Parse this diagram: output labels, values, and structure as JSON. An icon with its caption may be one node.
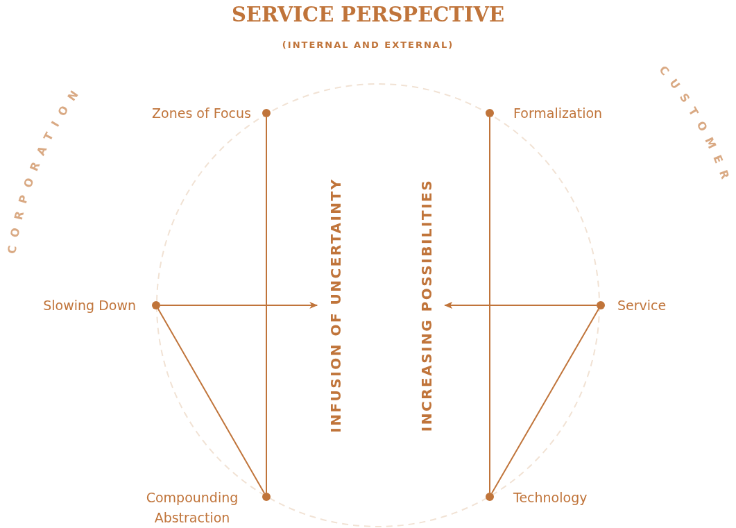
{
  "diagram": {
    "title": "SERVICE PERSPECTIVE",
    "nodes": [
      {
        "text": [],
        "shape": "circle",
        "beside": [
          "Zones of Focus"
        ]
      },
      {
        "text": [],
        "shape": "circle",
        "beside": [
          "Formalization"
        ]
      },
      {
        "text": [],
        "shape": "circle",
        "beside": [
          "Slowing Down"
        ]
      },
      {
        "text": [
          "INFUSION OF UNCERTAINTY"
        ]
      },
      {
        "text": [
          "INCREASING POSSIBILITIES"
        ]
      },
      {
        "text": [],
        "shape": "circle",
        "beside": [
          "Service"
        ]
      },
      {
        "text": [],
        "shape": "circle",
        "beside": [
          "Compounding Abstraction"
        ]
      },
      {
        "text": [],
        "shape": "circle",
        "beside": [
          "Technology"
        ]
      }
    ],
    "edges": [
      {
        "from": 0,
        "to": 6,
        "arrow": "none"
      },
      {
        "from": 1,
        "to": 7,
        "arrow": "none"
      },
      {
        "from": 2,
        "to": 3,
        "arrow": "to"
      },
      {
        "from": 5,
        "to": 4,
        "arrow": "to"
      },
      {
        "from": 2,
        "to": 6,
        "arrow": "none"
      },
      {
        "from": 5,
        "to": 7,
        "arrow": "none"
      }
    ],
    "labels": [
      "(INTERNAL AND EXTERNAL)",
      "CORPORATION",
      "CUSTOMER"
    ]
  }
}
